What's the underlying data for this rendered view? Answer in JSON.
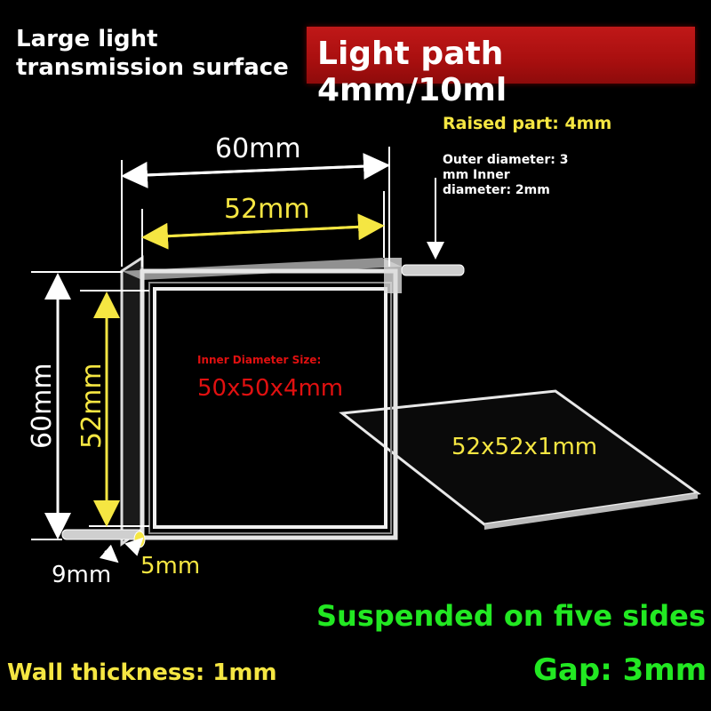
{
  "heading": {
    "large_surface_line1": "Large light",
    "large_surface_line2": "transmission surface",
    "light_path": "Light path 4mm/10ml"
  },
  "callouts": {
    "raised_part": "Raised part: 4mm",
    "tube_line1": "Outer diameter: 3",
    "tube_line2": "mm Inner",
    "tube_line3": "diameter: 2mm"
  },
  "dimensions": {
    "outer_width": "60mm",
    "inner_width": "52mm",
    "outer_height": "60mm",
    "inner_height": "52mm",
    "base_depth": "9mm",
    "tube_offset": "5mm",
    "inner_size_label": "Inner Diameter Size:",
    "inner_size_value": "50x50x4mm",
    "plate_size": "52x52x1mm"
  },
  "footer": {
    "suspended": "Suspended on five sides",
    "wall_thickness": "Wall thickness: 1mm",
    "gap": "Gap: 3mm"
  },
  "colors": {
    "background": "#000000",
    "banner_red": "#b01212",
    "dimension_yellow": "#f5e642",
    "footer_green": "#22e822",
    "inner_label_red": "#e01010"
  }
}
